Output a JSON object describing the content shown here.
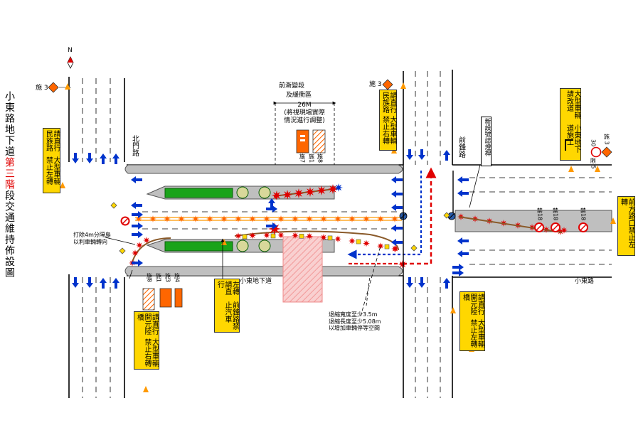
{
  "title": {
    "prefix": "小東路地下道",
    "highlight": "第三階",
    "suffix": "段交通維持佈設圖"
  },
  "north": "N",
  "roads": {
    "beimen": "北門路",
    "qianfeng": "前鋒路",
    "xiaodong_underpass": "小東地下道",
    "xiaodong": "小東路"
  },
  "transition_zone": {
    "line1": "前漸變段",
    "line2": "及緩衝區",
    "length": "26M",
    "note1": "(將視現場實際",
    "note2": "情況進行調整)"
  },
  "signs": {
    "left_truck": "大型車輛禁止左轉",
    "left_ped": "請直行民族路",
    "top_truck": "大型車輛禁止右轉",
    "top_ped": "請直行民族路",
    "right_notice1": "小東地下道施工",
    "right_notice2": "大型車輛請改道",
    "right_front": "前方路口禁止左轉",
    "bottom_left_truck": "大型車輛禁止右轉",
    "bottom_left_ped": "請直行開元陸橋",
    "bottom_right_truck": "大型車輛禁止左轉",
    "bottom_right_ped": "請直行開元陸橋",
    "center_sign1": "前鋒路禁止汽車",
    "center_sign2": "左轉請直行",
    "new_signal": "新設號誌燈桿"
  },
  "codes": {
    "shi3_a": "施 3",
    "shi3_b": "施 3",
    "shi3_c": "施 3",
    "xian5": "限 5",
    "speed": "30",
    "jin18_a": "禁18",
    "jin18_b": "禁18",
    "jin18_c": "禁18",
    "shi7": "施7",
    "shi1": "施1",
    "shi8": "施8",
    "shi8_b": "施8",
    "shi1_b": "施1",
    "shi3_d": "施3",
    "shi4": "施4"
  },
  "notes": {
    "island1": "打除4m分隔島",
    "island2": "以利車輛轉向",
    "retreat1": "退縮寬度至少3.5m",
    "retreat2": "退縮長度至少5.08m",
    "retreat3": "以增加車輛停等空間"
  },
  "colors": {
    "sign_yellow": "#ffd700",
    "arrow_blue": "#0033cc",
    "work_red": "#e00000",
    "median_green": "#1aa31a",
    "road_gray": "#bfbfbf",
    "cone_orange": "#ff6600",
    "zone_pink": "#f9c9c9"
  }
}
